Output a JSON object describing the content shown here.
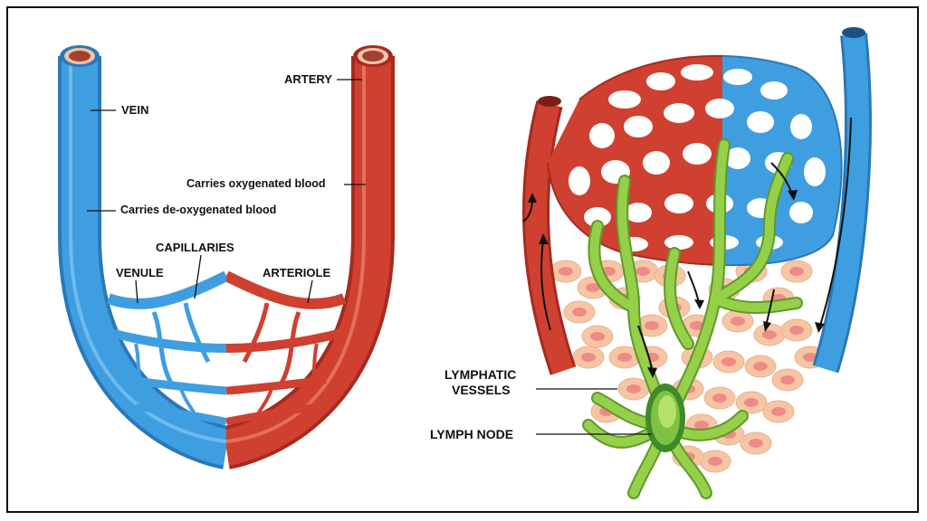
{
  "colors": {
    "vein": "#3f9ee0",
    "vein_dark": "#2a78b8",
    "artery": "#cf4030",
    "artery_dark": "#a62a1f",
    "lymph": "#96cf4a",
    "lymph_dark": "#5d9b2a",
    "cell": "#f6c6a4",
    "cell_nucleus": "#ef8a86"
  },
  "left_diagram": {
    "vein_label": "VEIN",
    "artery_label": "ARTERY",
    "oxygenated_label": "Carries oxygenated blood",
    "deoxygenated_label": "Carries de-oxygenated blood",
    "capillaries_label": "CAPILLARIES",
    "venule_label": "VENULE",
    "arteriole_label": "ARTERIOLE"
  },
  "right_diagram": {
    "lymphatic_label_line1": "LYMPHATIC",
    "lymphatic_label_line2": "VESSELS",
    "lymph_node_label": "LYMPH NODE"
  }
}
